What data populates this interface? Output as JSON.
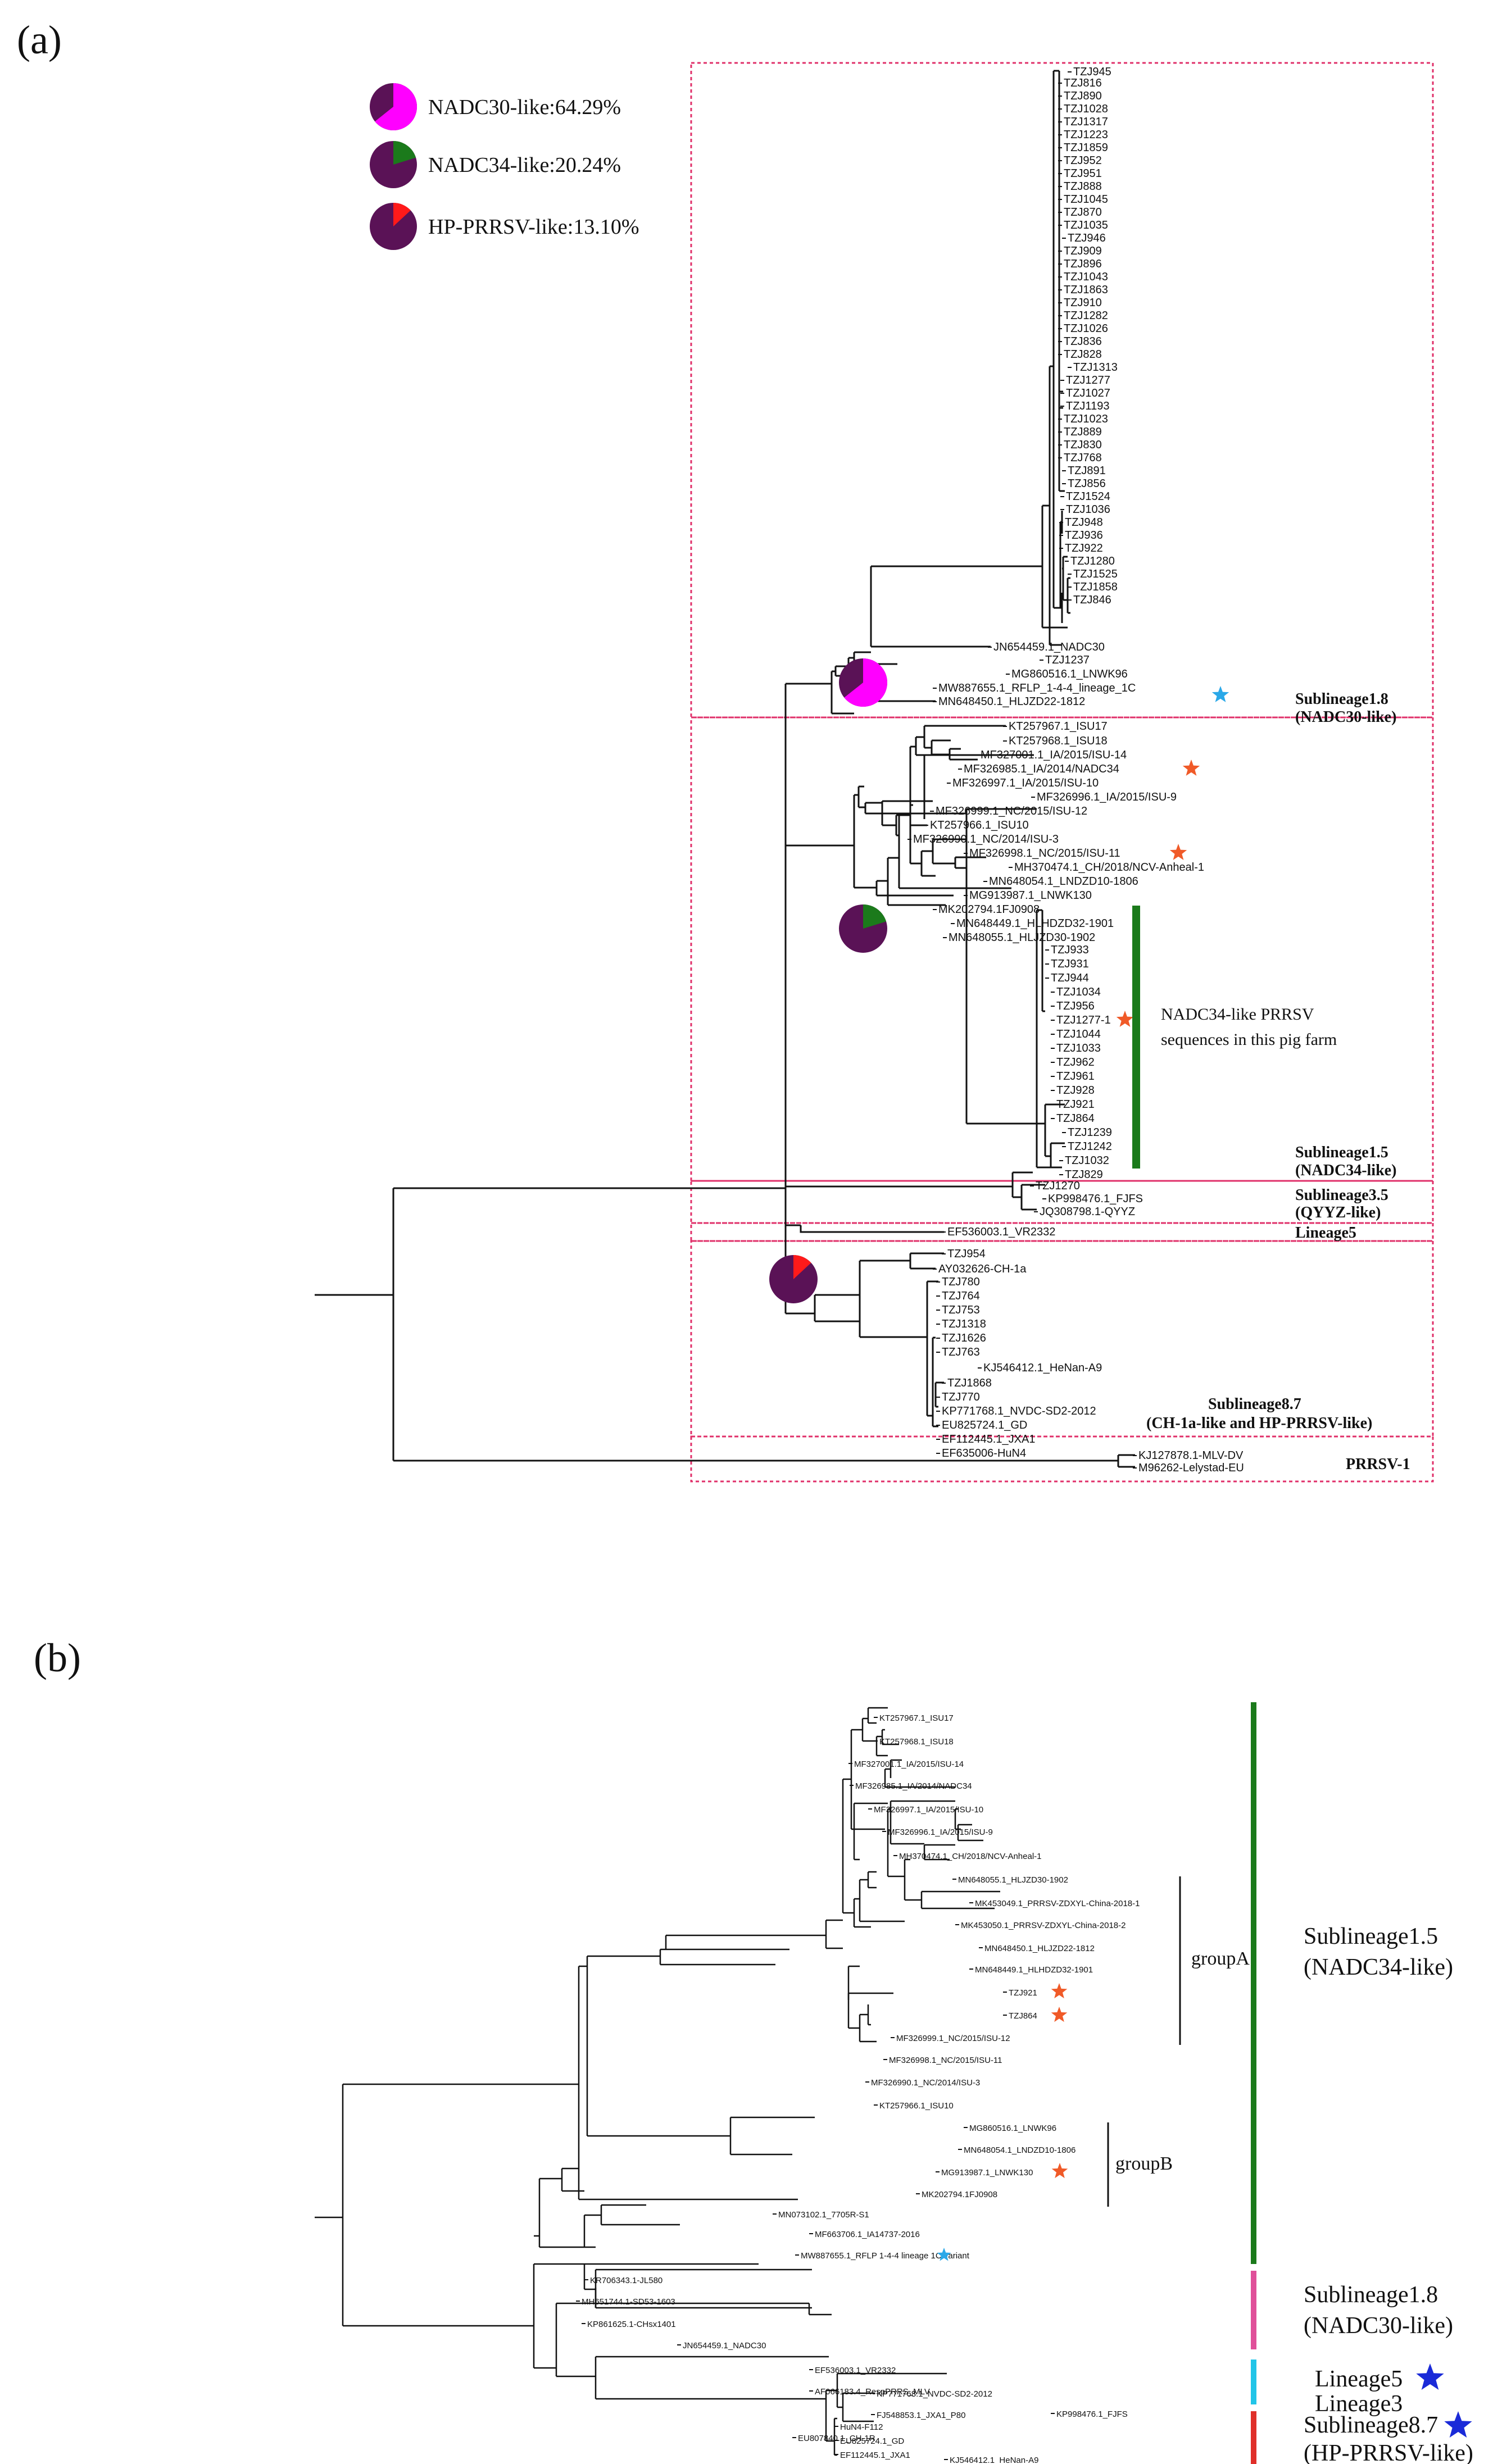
{
  "panels": {
    "a": {
      "label": "(a)",
      "legend": [
        {
          "label": "NADC30-like:64.29%",
          "fraction": 0.6429,
          "color": "#ff00ff"
        },
        {
          "label": "NADC34-like:20.24%",
          "fraction": 0.2024,
          "color": "#1b7a1b"
        },
        {
          "label": "HP-PRRSV-like:13.10%",
          "fraction": 0.131,
          "color": "#ff1a1a"
        }
      ],
      "group_titles": {
        "g18a": "Sublineage1.8",
        "g18b": "(NADC30-like)",
        "g15a": "Sublineage1.5",
        "g15b": "(NADC34-like)",
        "g35a": "Sublineage3.5",
        "g35b": "(QYYZ-like)",
        "l5": "Lineage5",
        "g87a": "Sublineage8.7",
        "g87b": "(CH-1a-like and HP-PRRSV-like)",
        "p1": "PRRSV-1"
      },
      "annotation": [
        "NADC34-like PRRSV",
        "sequences in this pig farm"
      ],
      "leaves": [
        "TZJ945",
        "TZJ816",
        "TZJ890",
        "TZJ1028",
        "TZJ1317",
        "TZJ1223",
        "TZJ1859",
        "TZJ952",
        "TZJ951",
        "TZJ888",
        "TZJ1045",
        "TZJ870",
        "TZJ1035",
        "TZJ946",
        "TZJ909",
        "TZJ896",
        "TZJ1043",
        "TZJ1863",
        "TZJ910",
        "TZJ1282",
        "TZJ1026",
        "TZJ836",
        "TZJ828",
        "TZJ1313",
        "TZJ1277",
        "TZJ1027",
        "TZJ1193",
        "TZJ1023",
        "TZJ889",
        "TZJ830",
        "TZJ768",
        "TZJ891",
        "TZJ856",
        "TZJ1524",
        "TZJ1036",
        "TZJ948",
        "TZJ936",
        "TZJ922",
        "TZJ1280",
        "TZJ1525",
        "TZJ1858",
        "TZJ846",
        "JN654459.1_NADC30",
        "TZJ1237",
        "MG860516.1_LNWK96",
        "MW887655.1_RFLP_1-4-4_lineage_1C",
        "MN648450.1_HLJZD22-1812",
        "KT257967.1_ISU17",
        "KT257968.1_ISU18",
        "MF327001.1_IA/2015/ISU-14",
        "MF326985.1_IA/2014/NADC34",
        "MF326997.1_IA/2015/ISU-10",
        "MF326996.1_IA/2015/ISU-9",
        "MF326999.1_NC/2015/ISU-12",
        "KT257966.1_ISU10",
        "MF326990.1_NC/2014/ISU-3",
        "MF326998.1_NC/2015/ISU-11",
        "MH370474.1_CH/2018/NCV-Anheal-1",
        "MN648054.1_LNDZD10-1806",
        "MG913987.1_LNWK130",
        "MK202794.1FJ0908",
        "MN648449.1_HLHDZD32-1901",
        "MN648055.1_HLJZD30-1902",
        "TZJ933",
        "TZJ931",
        "TZJ944",
        "TZJ1034",
        "TZJ956",
        "TZJ1277-1",
        "TZJ1044",
        "TZJ1033",
        "TZJ962",
        "TZJ961",
        "TZJ928",
        "TZJ921",
        "TZJ864",
        "TZJ1239",
        "TZJ1242",
        "TZJ1032",
        "TZJ829",
        "TZJ1270",
        "KP998476.1_FJFS",
        "JQ308798.1-QYYZ",
        "EF536003.1_VR2332",
        "TZJ954",
        "AY032626-CH-1a",
        "TZJ780",
        "TZJ764",
        "TZJ753",
        "TZJ1318",
        "TZJ1626",
        "TZJ763",
        "KJ546412.1_HeNan-A9",
        "TZJ1868",
        "TZJ770",
        "KP771768.1_NVDC-SD2-2012",
        "EU825724.1_GD",
        "EF112445.1_JXA1",
        "EF635006-HuN4",
        "KJ127878.1-MLV-DV",
        "M96262-Lelystad-EU"
      ]
    },
    "b": {
      "label": "(b)",
      "leaves": [
        "KT257967.1_ISU17",
        "KT257968.1_ISU18",
        "MF327001.1_IA/2015/ISU-14",
        "MF326985.1_IA/2014/NADC34",
        "MF326997.1_IA/2015/ISU-10",
        "MF326996.1_IA/2015/ISU-9",
        "MH370474.1_CH/2018/NCV-Anheal-1",
        "MN648055.1_HLJZD30-1902",
        "MK453049.1_PRRSV-ZDXYL-China-2018-1",
        "MK453050.1_PRRSV-ZDXYL-China-2018-2",
        "MN648450.1_HLJZD22-1812",
        "MN648449.1_HLHDZD32-1901",
        "TZJ921",
        "TZJ864",
        "MF326999.1_NC/2015/ISU-12",
        "MF326998.1_NC/2015/ISU-11",
        "MF326990.1_NC/2014/ISU-3",
        "KT257966.1_ISU10",
        "MG860516.1_LNWK96",
        "MN648054.1_LNDZD10-1806",
        "MG913987.1_LNWK130",
        "MK202794.1FJ0908",
        "MN073102.1_7705R-S1",
        "MF663706.1_IA14737-2016",
        "MW887655.1_RFLP 1-4-4 lineage 1C variant",
        "KR706343.1-JL580",
        "MH651744.1-SD53-1603",
        "KP861625.1-CHsx1401",
        "JN654459.1_NADC30",
        "EF536003.1_VR2332",
        "AF066183.4_RespPRRS_MLV",
        "KP998476.1_FJFS",
        "EU807840.1_CH-1R",
        "KJ546412.1_HeNan-A9",
        "KP771768.1_NVDC-SD2-2012",
        "FJ548853.1_JXA1_P80",
        "HuN4-F112",
        "EU825724.1_GD",
        "EF112445.1_JXA1"
      ],
      "group_labels": {
        "groupA": "groupA",
        "groupB": "groupB",
        "s15a": "Sublineage1.5",
        "s15b": "(NADC34-like)",
        "s18a": "Sublineage1.8",
        "s18b": "(NADC30-like)",
        "l5": "Lineage5",
        "l3": "Lineage3",
        "s87a": "Sublineage8.7",
        "s87b": "(HP-PRRSV-like)"
      },
      "bar_colors": [
        "#1b7a1b",
        "#e0509a",
        "#22c5e8",
        "#e0302a"
      ]
    }
  },
  "marker_colors": {
    "red_star": "#f05a28",
    "cyan_star": "#2aa8e8",
    "blue_star": "#1a2ad8"
  }
}
